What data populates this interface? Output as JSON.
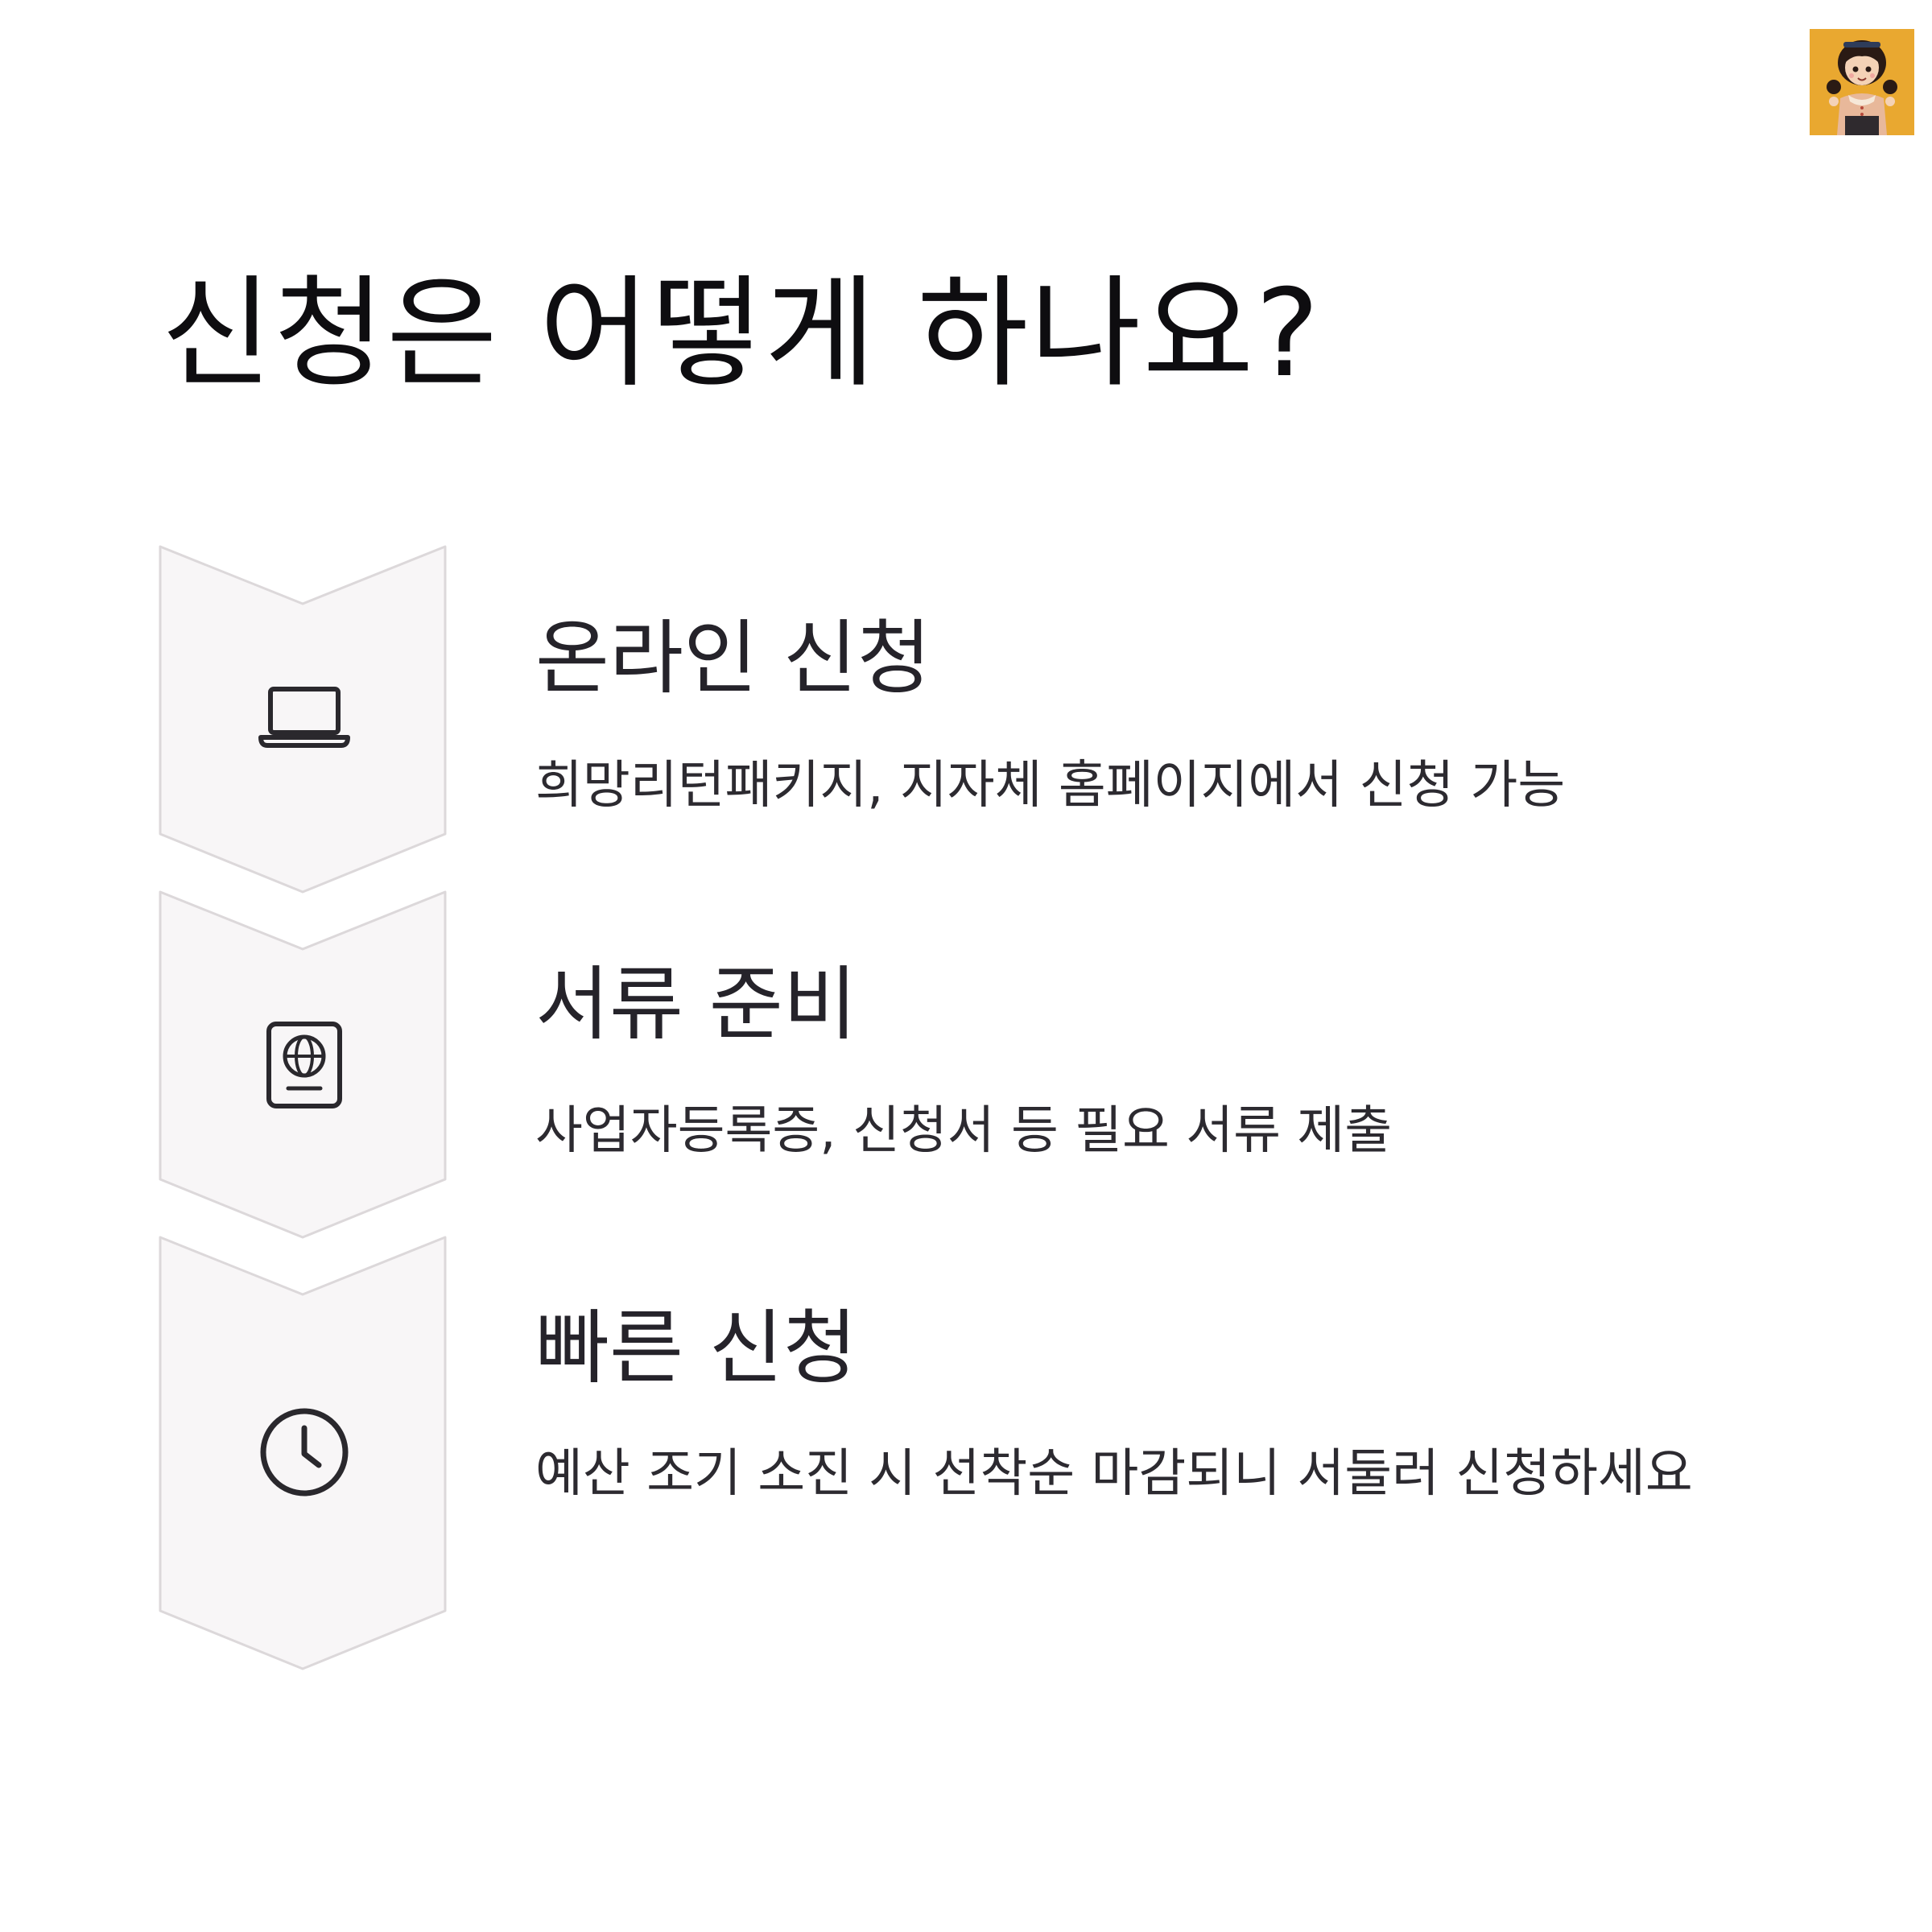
{
  "page": {
    "title": "신청은 어떻게 하나요?"
  },
  "steps": [
    {
      "icon": "laptop-icon",
      "title": "온라인 신청",
      "description": "희망리턴패키지, 지자체 홈페이지에서 신청 가능"
    },
    {
      "icon": "passport-icon",
      "title": "서류 준비",
      "description": "사업자등록증, 신청서 등 필요 서류 제출"
    },
    {
      "icon": "clock-icon",
      "title": "빠른 신청",
      "description": "예산 조기 소진 시 선착순 마감되니 서둘러 신청하세요"
    }
  ],
  "colors": {
    "chevron_fill": "#f8f6f7",
    "chevron_stroke": "#dcd8da",
    "avatar_background": "#e9a830",
    "text": "#25232a"
  }
}
